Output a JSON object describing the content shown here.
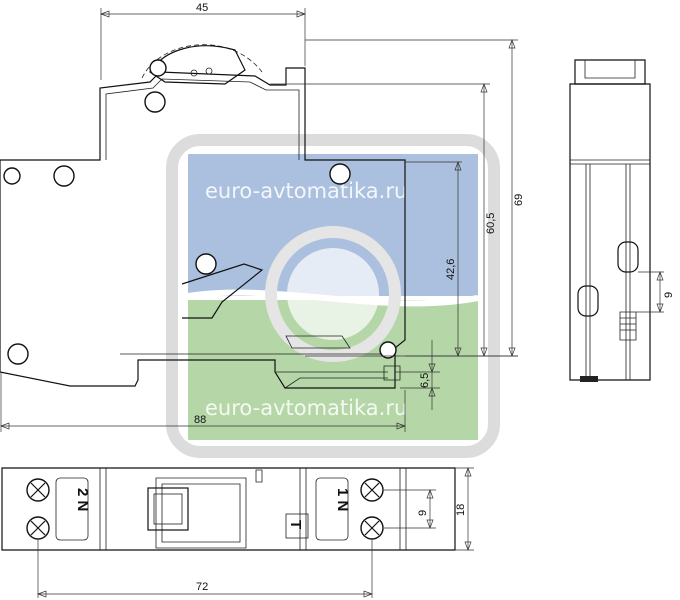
{
  "watermark": {
    "text_top": "euro-avtomatika.ru",
    "text_bottom": "euro-avtomatika.ru",
    "colors": {
      "top": "#9fb7d8",
      "bottom": "#a9cf9a",
      "frame": "#d9d9d9"
    }
  },
  "dimensions": {
    "width_top": "45",
    "width_overall": "88",
    "height_overall": "69",
    "height_mid": "60,5",
    "height_low": "42,6",
    "offset_small": "6,5",
    "side_pitch": "9",
    "bottom_pitch": "9",
    "bottom_height": "18",
    "terminal_spacing": "72"
  },
  "terminal_labels": {
    "left": "2 N",
    "right": "1 N",
    "test_button": "T"
  }
}
